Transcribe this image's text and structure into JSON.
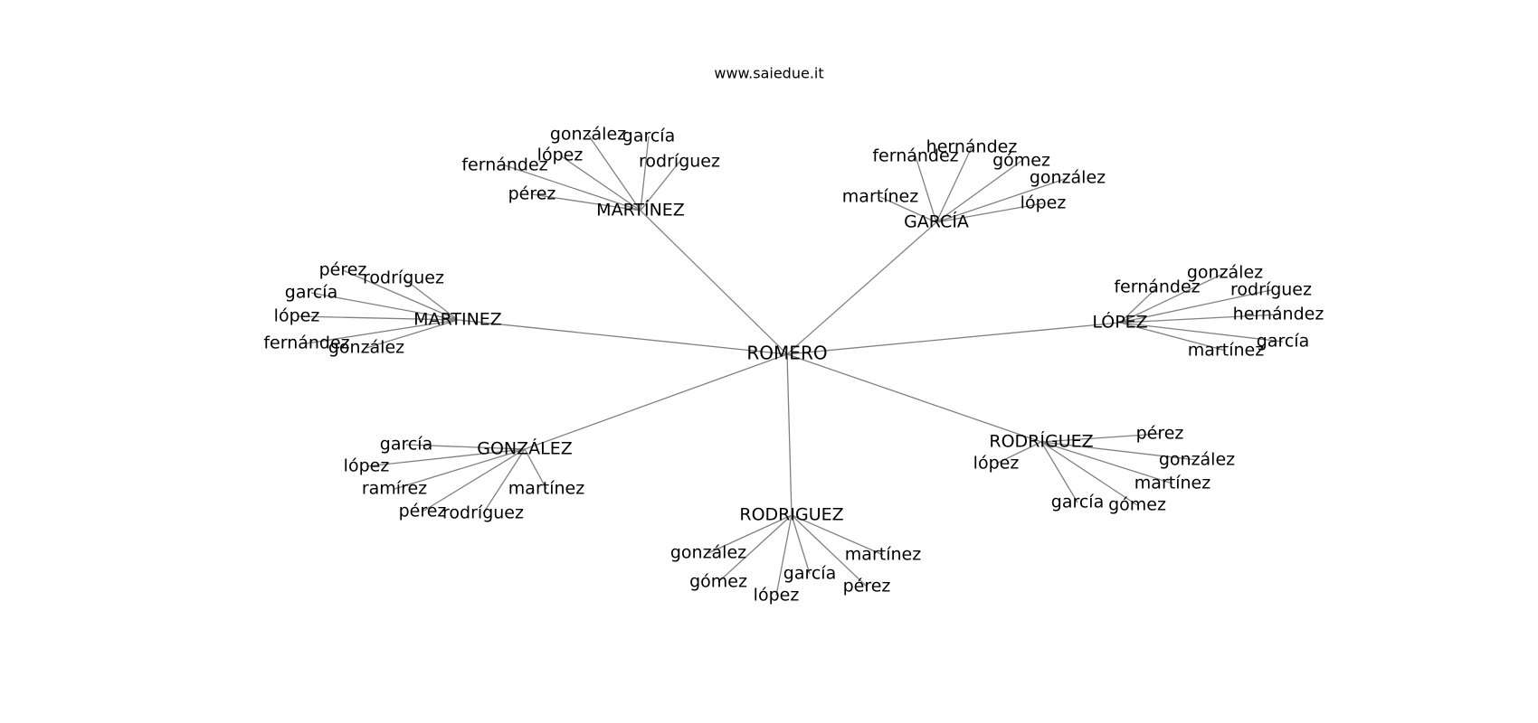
{
  "header": {
    "site": "www.saiedue.it"
  },
  "graph": {
    "root": "ROMERO",
    "hubs": [
      {
        "label": "MARTÍNEZ",
        "leaves": [
          "pérez",
          "fernández",
          "lópez",
          "gonzález",
          "garcía",
          "rodríguez"
        ]
      },
      {
        "label": "GARCÍA",
        "leaves": [
          "martínez",
          "fernández",
          "hernández",
          "gómez",
          "gonzález",
          "lópez"
        ]
      },
      {
        "label": "MARTINEZ",
        "leaves": [
          "pérez",
          "rodríguez",
          "garcía",
          "lópez",
          "fernández",
          "gonzález"
        ]
      },
      {
        "label": "LÓPEZ",
        "leaves": [
          "fernández",
          "gonzález",
          "rodríguez",
          "hernández",
          "garcía",
          "martínez"
        ]
      },
      {
        "label": "GONZÁLEZ",
        "leaves": [
          "garcía",
          "lópez",
          "ramírez",
          "pérez",
          "rodríguez",
          "martínez"
        ]
      },
      {
        "label": "RODRÍGUEZ",
        "leaves": [
          "lópez",
          "pérez",
          "gonzález",
          "martínez",
          "gómez",
          "garcía"
        ]
      },
      {
        "label": "RODRIGUEZ",
        "leaves": [
          "gonzález",
          "gómez",
          "lópez",
          "garcía",
          "pérez",
          "martínez"
        ]
      }
    ]
  },
  "colors": {
    "edge": "#808080",
    "text": "#000000",
    "background": "#ffffff"
  }
}
